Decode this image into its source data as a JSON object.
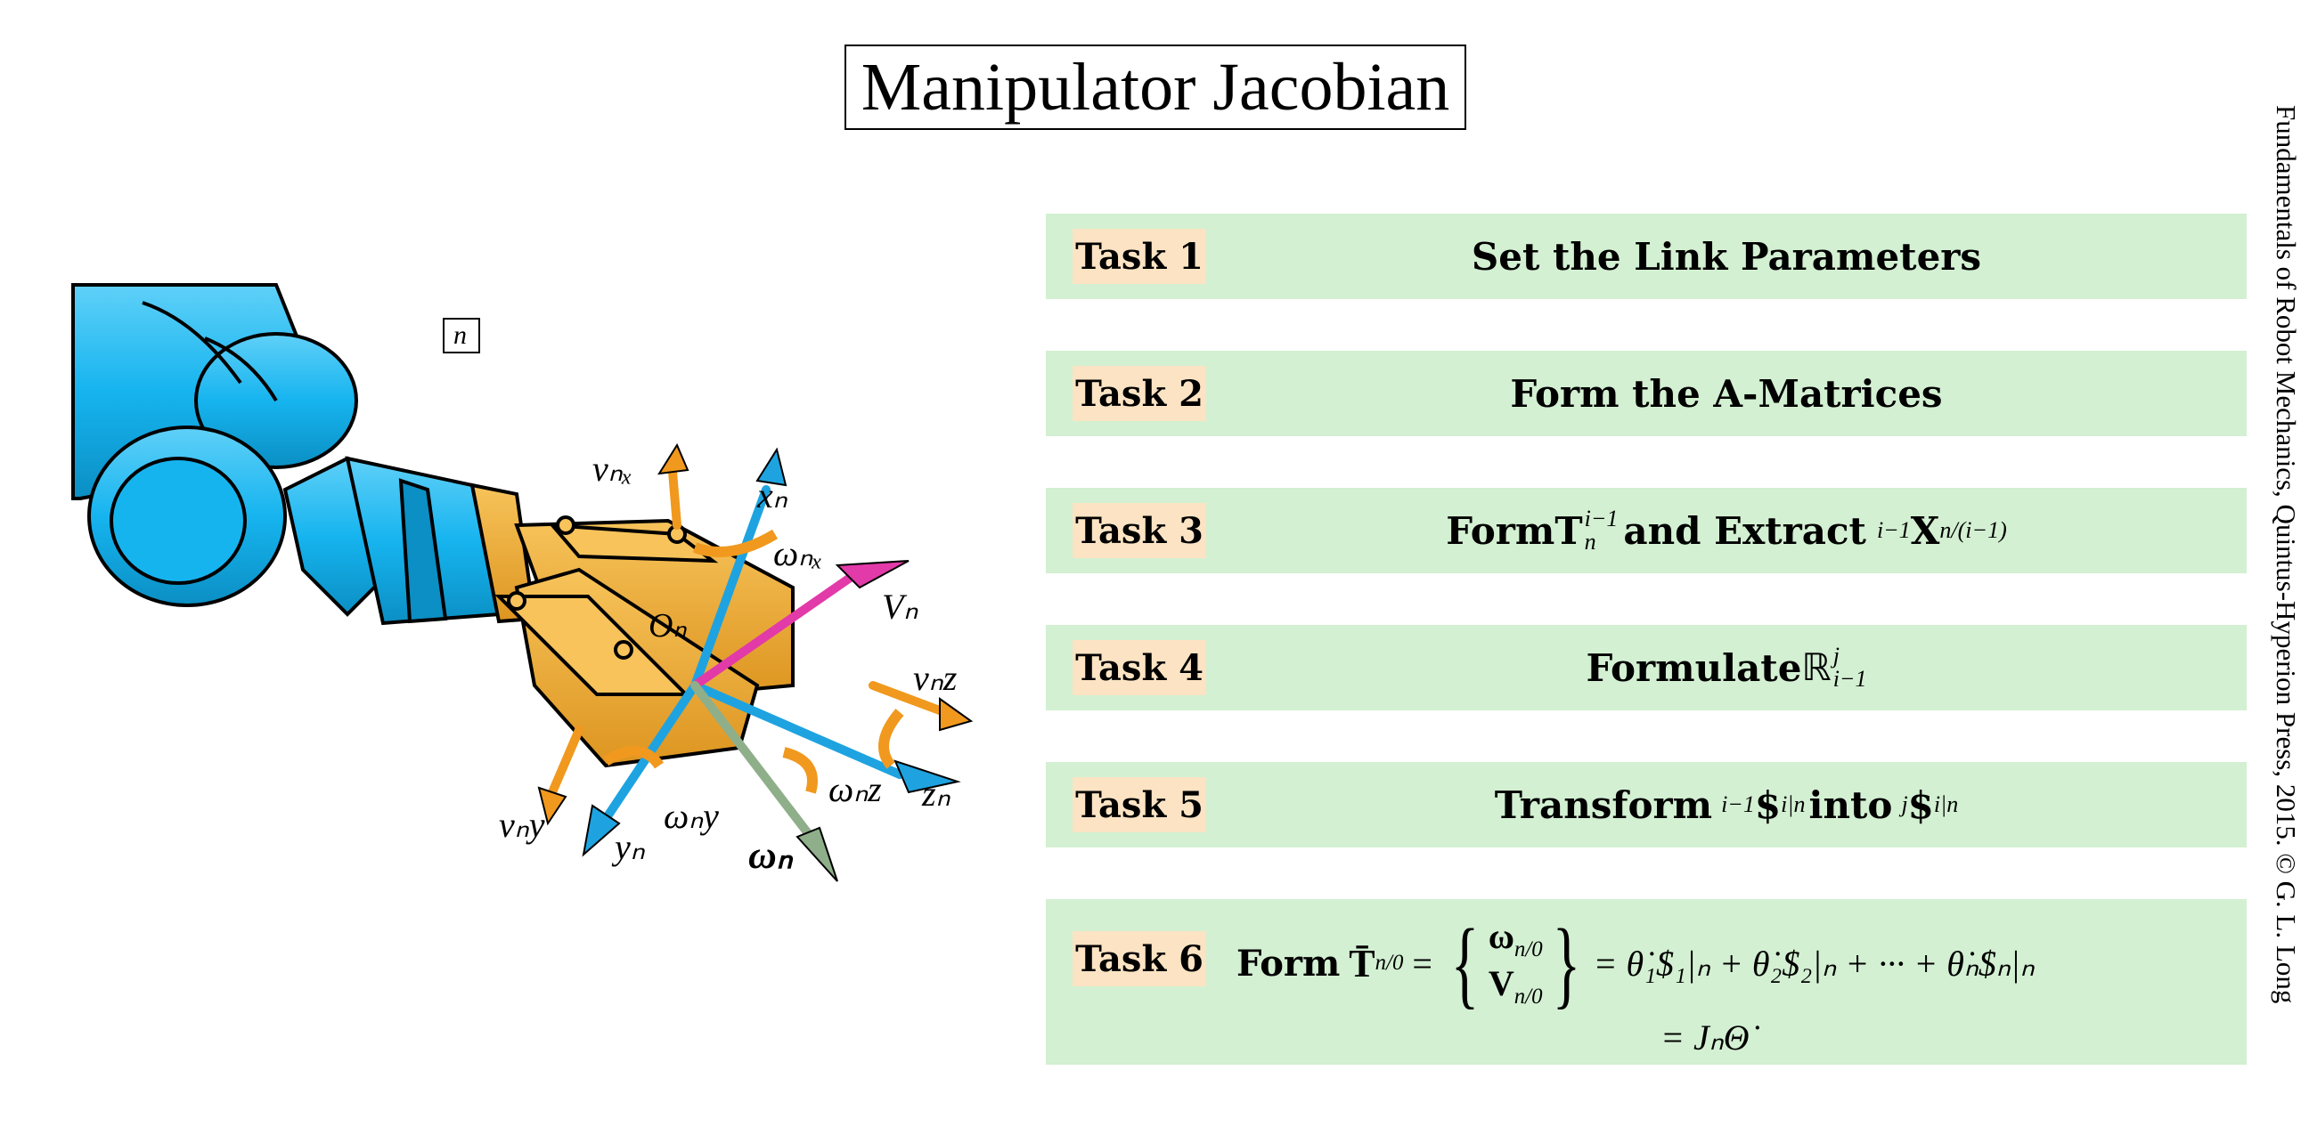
{
  "title": "Manipulator Jacobian",
  "side_note": "Fundamentals of Robot Mechanics, Quintus-Hyperion Press, 2015. © G. L. Long",
  "tasks": [
    {
      "label": "Task 1",
      "text": "Set the Link Parameters"
    },
    {
      "label": "Task 2",
      "text": "Form the A-Matrices"
    },
    {
      "label": "Task 3",
      "text_a": "Form ",
      "sym_T": "T",
      "sup_T": "i−1",
      "sub_T": "n",
      "text_b": " and Extract ",
      "pre_X": "i−1",
      "sym_X": "X",
      "sub_X": "n/(i−1)"
    },
    {
      "label": "Task 4",
      "text_a": "Formulate ",
      "sym_R": "ℝ",
      "sup_R": "j",
      "sub_R": "i−1"
    },
    {
      "label": "Task 5",
      "text_a": "Transform ",
      "pre_1": "i−1",
      "sym_1": "$",
      "sub_1": "i|n",
      "text_b": " into ",
      "pre_2": "j",
      "sym_2": "$",
      "sub_2": "i|n"
    },
    {
      "label": "Task 6",
      "text_a": "Form ",
      "line1": "= θ̇₁$₁|ₙ + θ̇₂$₂|ₙ + ··· + θ̇ₙ$ₙ|ₙ",
      "line2": "= JₙΘ̇",
      "T_bar": "T̄",
      "T_sub": "n/0",
      "omega": "ω",
      "omega_sub": "n/0",
      "V": "V",
      "V_sub": "n/0"
    }
  ],
  "figure": {
    "frame_box_label": "n",
    "origin_label": "Oₙ",
    "labels": {
      "vnx": "vₙₓ",
      "xn": "xₙ",
      "wnx": "ωₙₓ",
      "Vn": "Vₙ",
      "vnz": "vₙz",
      "wnz": "ωₙz",
      "zn": "zₙ",
      "vny": "vₙy",
      "yn": "yₙ",
      "wny": "ωₙy",
      "wn": "ωₙ"
    },
    "colors": {
      "robot": "#16b4ef",
      "gripper": "#f0a830",
      "axis": "#1ea3e0",
      "velocity": "#f0991e",
      "twist": "#e23aa8",
      "omega": "#8fae8a"
    }
  }
}
